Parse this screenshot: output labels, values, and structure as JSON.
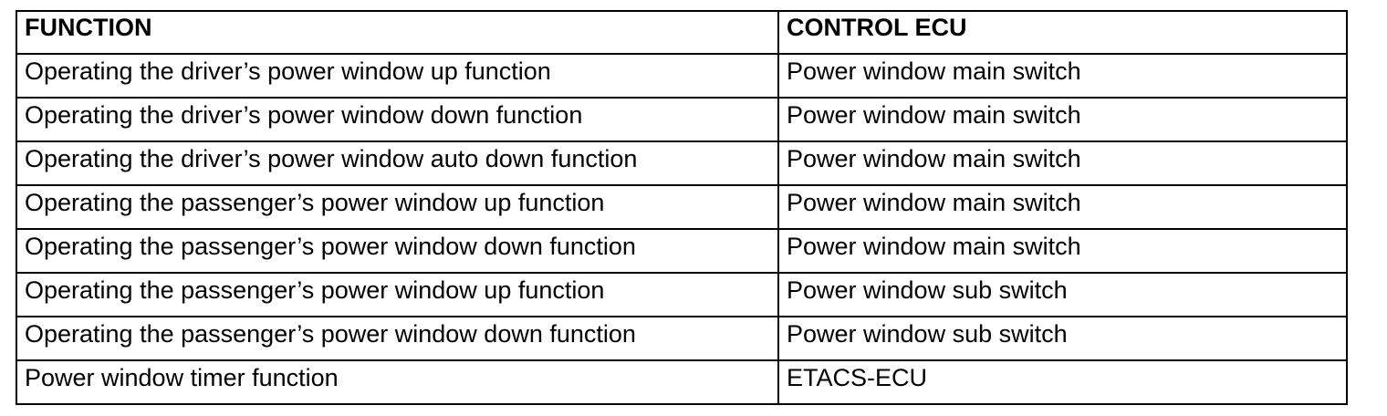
{
  "table": {
    "headers": [
      "FUNCTION",
      "CONTROL ECU"
    ],
    "rows": [
      [
        "Operating the driver’s power window up function",
        "Power window main switch"
      ],
      [
        "Operating the driver’s power window down function",
        "Power window main switch"
      ],
      [
        "Operating the driver’s power window auto down function",
        "Power window main switch"
      ],
      [
        "Operating the passenger’s power window up function",
        "Power window main switch"
      ],
      [
        "Operating the passenger’s power window down function",
        "Power window main switch"
      ],
      [
        "Operating the passenger’s power window up function",
        "Power window sub switch"
      ],
      [
        "Operating the passenger’s power window down function",
        "Power window sub switch"
      ],
      [
        "Power window timer function",
        "ETACS-ECU"
      ]
    ]
  }
}
